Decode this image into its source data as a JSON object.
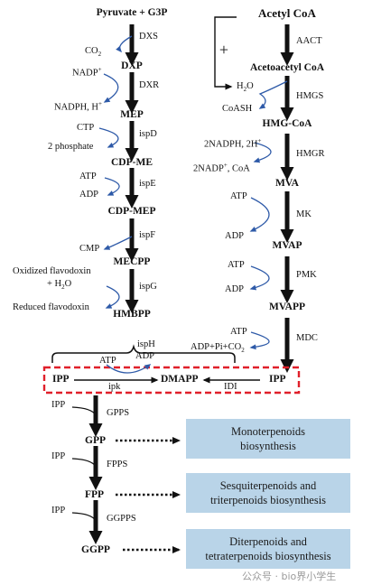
{
  "left_pathway": {
    "start": "Pyruvate + G3P",
    "nodes": [
      "DXP",
      "MEP",
      "CDP-ME",
      "CDP-MEP",
      "MECPP",
      "HMBPP"
    ],
    "enzymes": [
      "DXS",
      "DXR",
      "ispD",
      "ispE",
      "ispF",
      "ispG",
      "ispH"
    ],
    "cofactors": {
      "co2": "CO",
      "co2_sub": "2",
      "nadp": "NADP",
      "nadp_sup": "+",
      "nadph": "NADPH, H",
      "nadph_sup": "+",
      "ctp": "CTP",
      "phosphate": "2 phosphate",
      "atp": "ATP",
      "adp": "ADP",
      "cmp": "CMP",
      "flavodoxin_ox": "Oxidized flavodoxin",
      "h2o_plus": "+ H",
      "h2o_sub": "2",
      "h2o_end": "O",
      "flavodoxin_red": "Reduced flavodoxin"
    }
  },
  "right_pathway": {
    "start": "Acetyl CoA",
    "plus": "+",
    "nodes": [
      "Acetoacetyl CoA",
      "HMG-CoA",
      "MVA",
      "MVAP",
      "MVAPP"
    ],
    "enzymes": [
      "AACT",
      "HMGS",
      "HMGR",
      "MK",
      "PMK",
      "MDC"
    ],
    "cofactors": {
      "h2o": "H",
      "h2o_sub": "2",
      "h2o_end": "O",
      "coash": "CoASH",
      "nadph2": "2NADPH, 2H",
      "nadph2_sup": "+",
      "nadp2": "2NADP",
      "nadp2_sup": "+",
      "nadp2_end": ", CoA",
      "atp_mk": "ATP",
      "adp_mk": "ADP",
      "atp_pmk": "ATP",
      "adp_pmk": "ADP",
      "atp_mdc": "ATP",
      "mdc_out": "ADP+Pi+CO",
      "mdc_out_sub": "2"
    }
  },
  "junction": {
    "ipp_left": "IPP",
    "dmapp": "DMAPP",
    "ipp_right": "IPP",
    "atp": "ATP",
    "adp": "ADP",
    "ipk": "ipk",
    "idi": "IDI"
  },
  "downstream": {
    "steps": [
      {
        "substrate": "IPP",
        "enzyme": "GPPS",
        "product": "GPP",
        "outcome": "Monoterpenoids biosynthesis"
      },
      {
        "substrate": "IPP",
        "enzyme": "FPPS",
        "product": "FPP",
        "outcome": "Sesquiterpenoids and triterpenoids biosynthesis"
      },
      {
        "substrate": "IPP",
        "enzyme": "GGPPS",
        "product": "GGPP",
        "outcome": "Diterpenoids and tetraterpenoids biosynthesis"
      }
    ],
    "outcome_lines": [
      [
        "Monoterpenoids",
        "biosynthesis"
      ],
      [
        "Sesquiterpenoids and",
        "triterpenoids biosynthesis"
      ],
      [
        "Diterpenoids and",
        "tetraterpenoids biosynthesis"
      ]
    ]
  },
  "watermark": "公众号 · bio界小学生",
  "colors": {
    "cofactor_curve": "#2e5aa8",
    "dashed_box": "#e0202a",
    "outcome_box": "#b9d4e8",
    "arrow": "#111111"
  }
}
